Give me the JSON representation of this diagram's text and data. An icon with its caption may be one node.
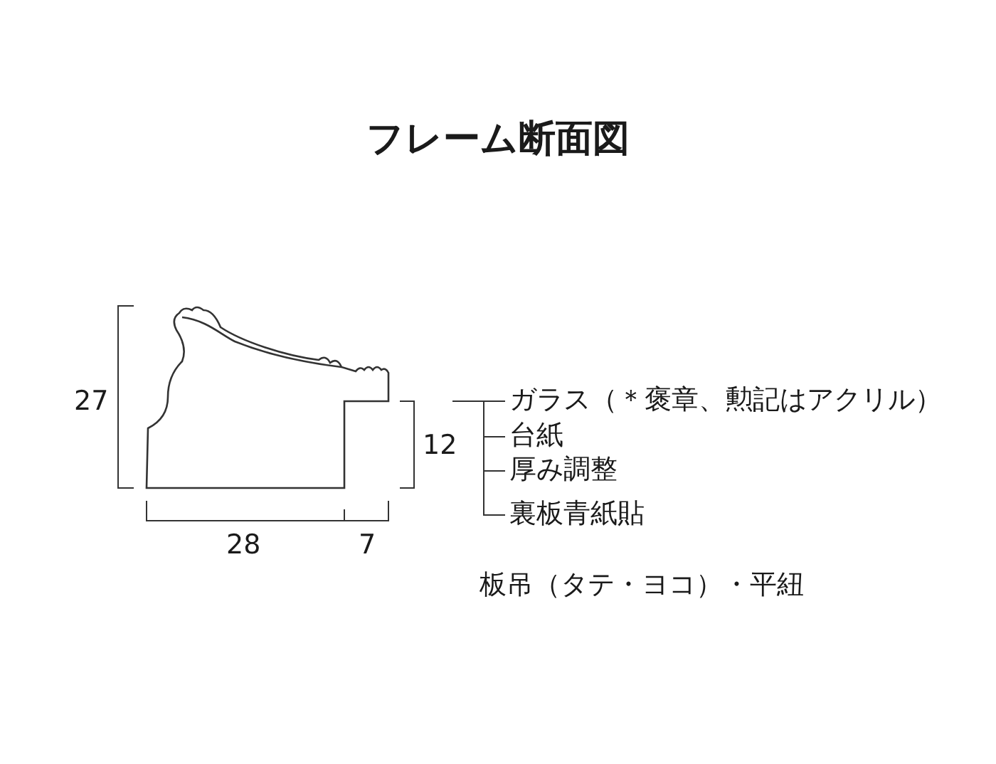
{
  "diagram": {
    "title": "フレーム断面図",
    "labels": [
      "27",
      "12",
      "ガラス（＊褒章、勲記はアクリル）",
      "台紙",
      "厚み調整",
      "裏板青紙貼",
      "28",
      "7",
      "板吊（タテ・ヨコ）・平紐"
    ]
  }
}
